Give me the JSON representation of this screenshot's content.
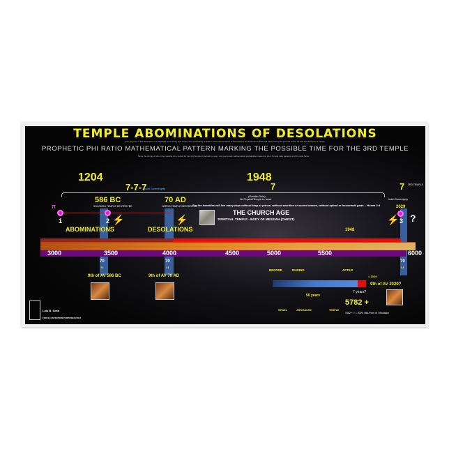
{
  "poster": {
    "title": "TEMPLE ABOMINATIONS OF DESOLATIONS",
    "intro": "The purpose of this illustration is to highlight several key and unique time and dating repetition of the Abomination of Desolations as destructions that took place during the periods of the 1st and 2nd Temples of YHVH.",
    "subtitle": "PROPHETIC PHI RATIO MATHEMATICAL PATTERN MARKING THE POSSIBLE TIME FOR THE 3RD TEMPLE",
    "subtitle_para": "Since the timing of when the possible time period for the 3rd Temple to be built is open, only perceived mathematical probabilities based on prior Temple date patterns and the ratio factor.",
    "year_1204": "1204",
    "year_1948_top": "1948",
    "seven_seven_seven": "7-7-7",
    "seven_mid": "7",
    "seven_right": "7",
    "gentile_rule": "(Gentile Rule)",
    "no_temple": "No Physical Temple for Israel",
    "hosea": "For the Israelites will live many days without king or prince, without sacrifice or sacred stones, without ephod or household gods. - Hosea 3:4",
    "judah_sovereignty": "Judah Sovereignty",
    "judah_sovereignty_right": "Judah Sovereignty",
    "third_temple": "3RD TEMPLE",
    "bc_586": "586 BC",
    "bc_586_sub": "SOLOMON TEMPLE DESTROYED",
    "ad_70": "70 AD",
    "ad_70_sub": "HEROD TEMPLE DESTROYED",
    "abominations": "ABOMINATIONS",
    "desolations": "DESOLATIONS",
    "pi": "π",
    "num_1": "1",
    "num_2": "2",
    "num_3": "3",
    "question": "?",
    "church_age": "THE CHURCH AGE",
    "church_sub": "SPIRITUAL TEMPLE - BODY OF MESSIAH (CHRIST)",
    "year_2029": "2029",
    "year_1948": "1948",
    "scale": [
      "3000",
      "3500",
      "4000",
      "4500",
      "5000",
      "5500",
      "6000"
    ],
    "seventy_1": "70",
    "n_13": "13",
    "seventy_2": "70",
    "n_21": "21",
    "seventy_3": "70",
    "n_33": "33",
    "av_586": "9th of AV 586 BC",
    "av_70": "9th of AV 70 AD",
    "av_2029": "9th of AV 2029?",
    "before": "BEFORE",
    "during": "DURING",
    "after": "AFTER",
    "fifty_years": "50 years",
    "seven_years": "7 years?",
    "calc": "= 2029",
    "year_5782": "5782 +",
    "midpoint": "1982 + 7 = 2029: Mid-Point of Tribulation",
    "credit_name": "Lois B. Sosa",
    "credit_note": "FOR ILLUSTRATION PURPOSES ONLY",
    "israel": "ISRAEL",
    "jerusalem": "JERUSALEM",
    "temple": "TEMPLE"
  }
}
